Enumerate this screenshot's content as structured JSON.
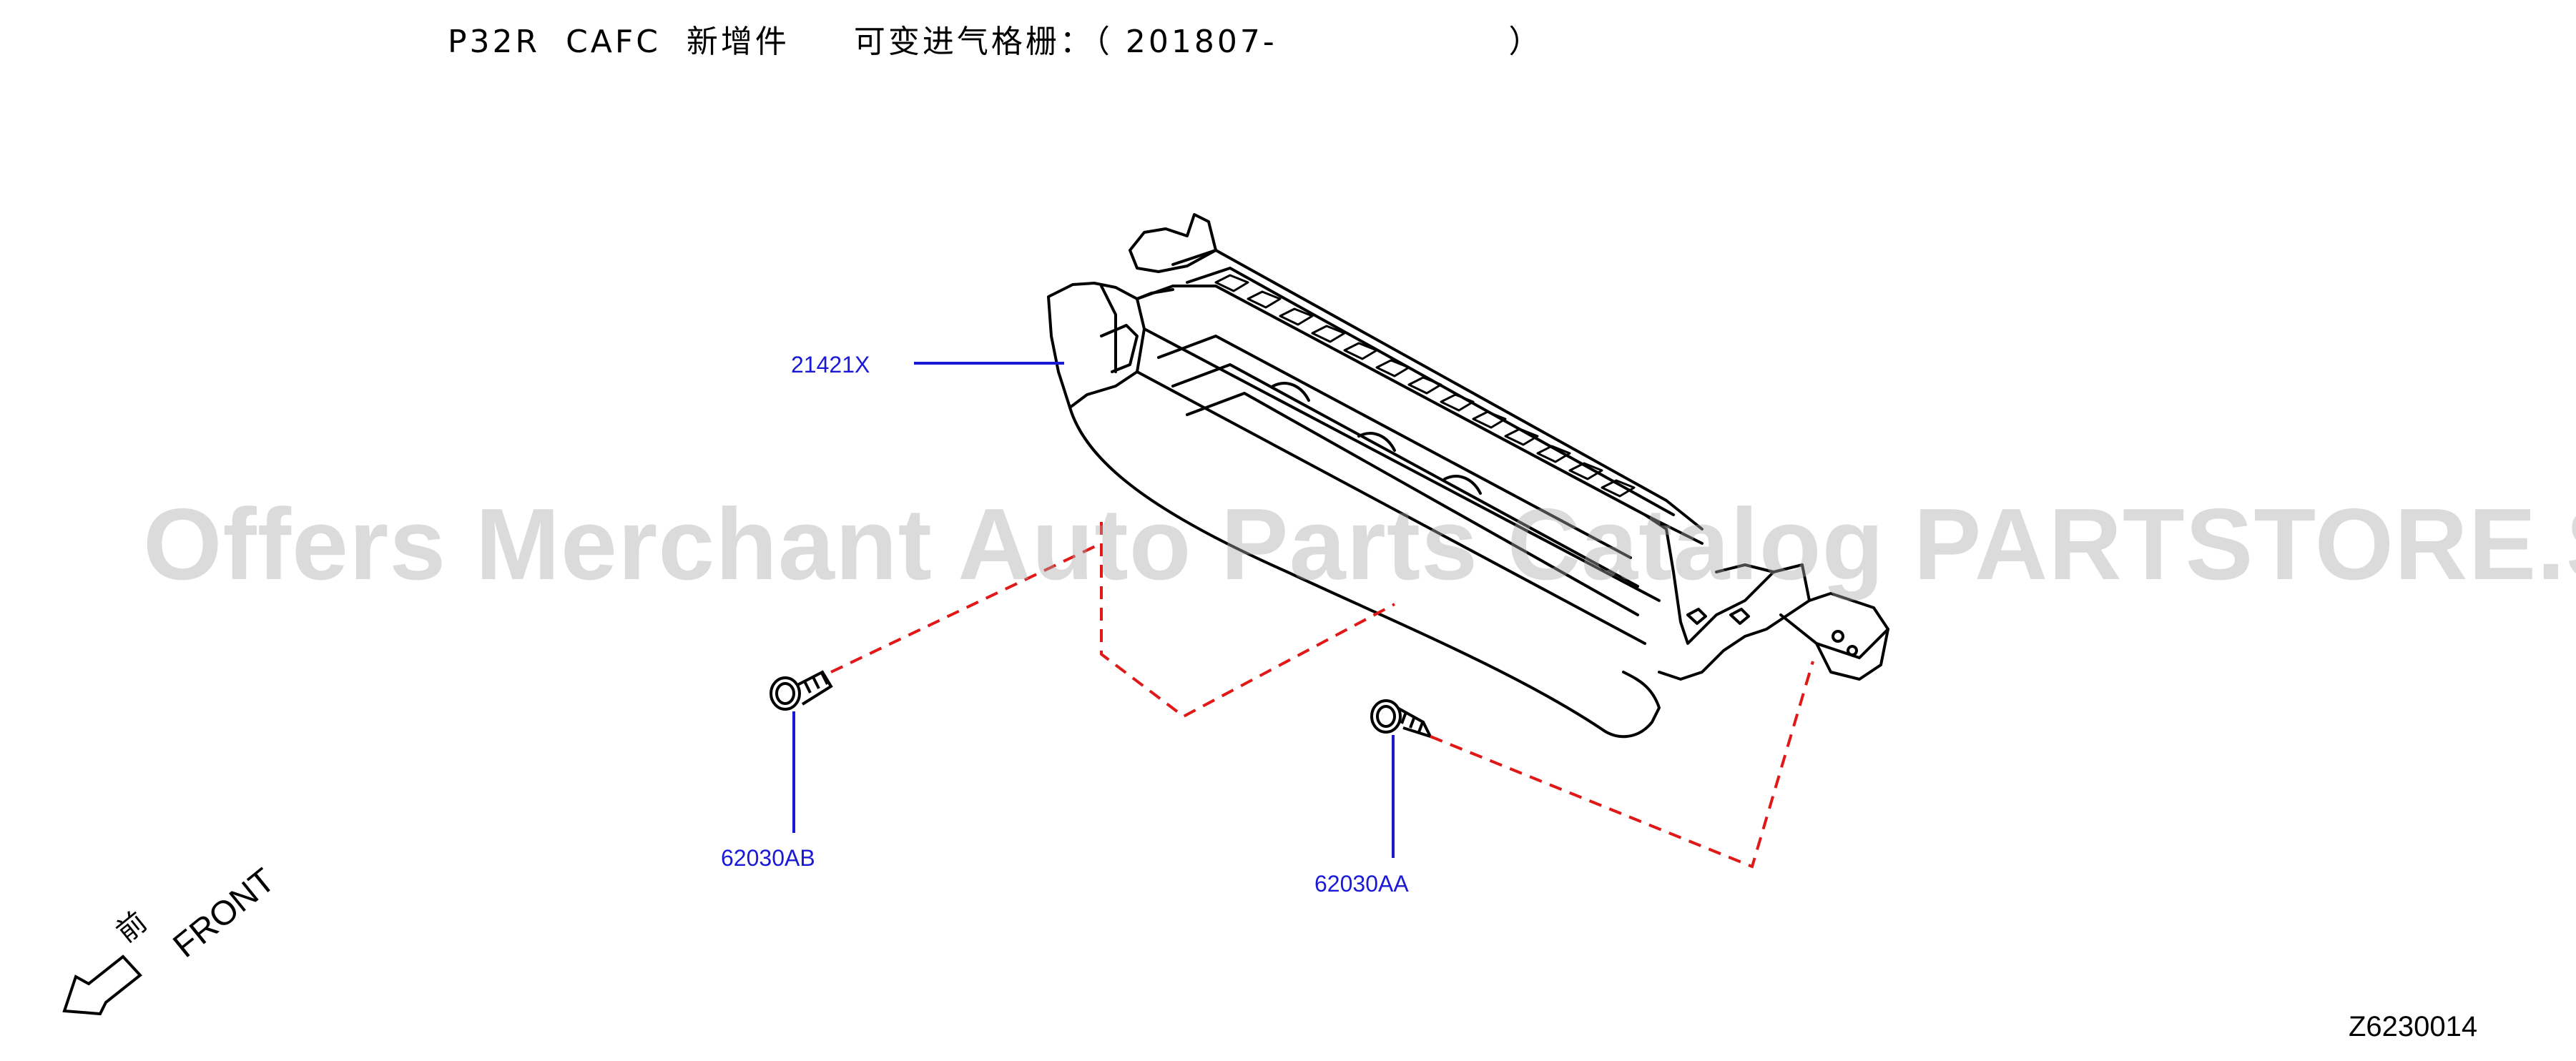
{
  "header": {
    "model": "P32R",
    "region": "CAFC",
    "new_part_label": "新增件",
    "part_group": "可变进气格栅：（",
    "date_from": "201807-",
    "date_close": "）"
  },
  "callouts": {
    "grille": "21421X",
    "bolt_left": "62030AB",
    "bolt_right": "62030AA"
  },
  "orientation": {
    "front_en": "FRONT",
    "front_cn": "前"
  },
  "diagram_code": "Z6230014",
  "watermark": "Offers Merchant Auto Parts Catalog PARTSTORE.SA",
  "colors": {
    "callout_text": "#1a1ad6",
    "leader_line": "#1a1ad6",
    "dashed_line": "#e01818",
    "drawing_line": "#000000",
    "watermark": "#aaaaaa"
  }
}
